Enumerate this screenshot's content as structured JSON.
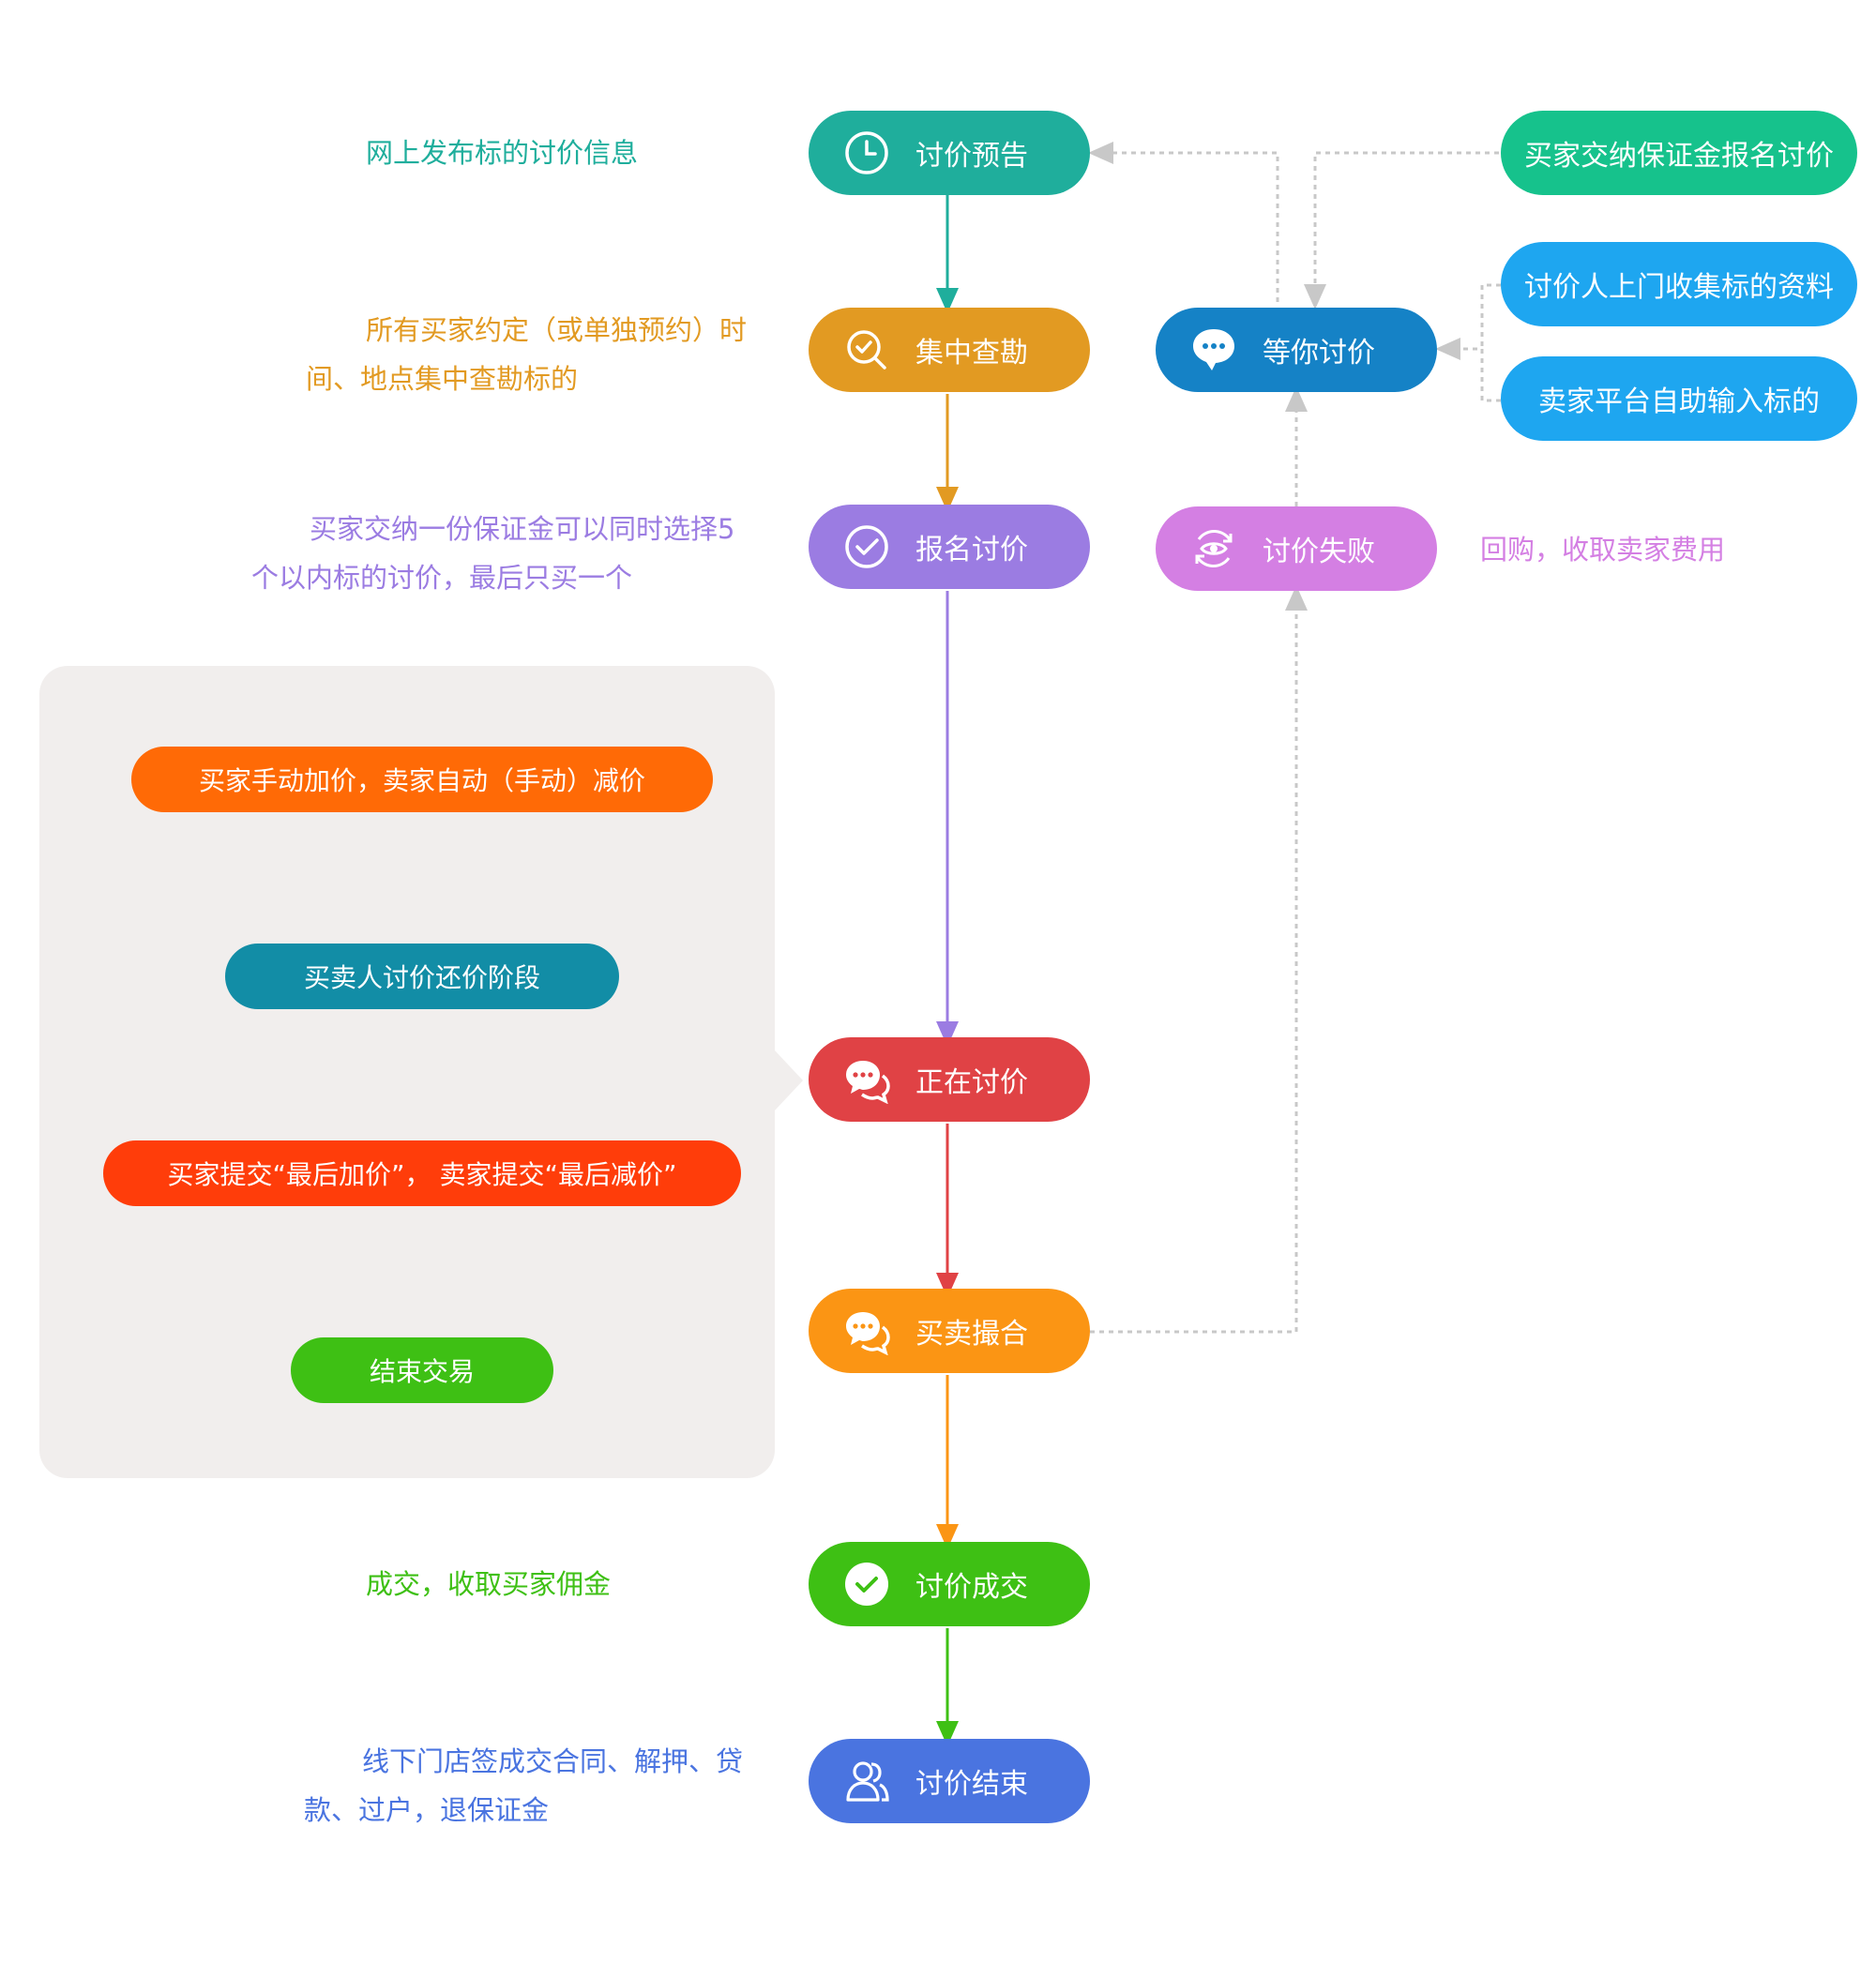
{
  "flow": {
    "announce": "讨价预告",
    "inspect": "集中查勘",
    "register": "报名讨价",
    "bargaining": "正在讨价",
    "matching": "买卖撮合",
    "deal": "讨价成交",
    "end": "讨价结束"
  },
  "side_flow": {
    "waiting": "等你讨价",
    "failed": "讨价失败",
    "buyer_deposit": "买家交纳保证金报名讨价",
    "door_collect": "讨价人上门收集标的资料",
    "seller_input": "卖家平台自助输入标的"
  },
  "notes": {
    "announce": "网上发布标的讨价信息",
    "inspect_line1": "所有买家约定（或单独预约）时",
    "inspect_line2": "间、地点集中查勘标的",
    "register_line1": "买家交纳一份保证金可以同时选择5",
    "register_line2": "个以内标的讨价，最后只买一个",
    "failed": "回购，收取卖家费用",
    "deal": "成交，收取买家佣金",
    "end_line1": "线下门店签成交合同、解押、贷",
    "end_line2": "款、过户，退保证金"
  },
  "sub_flow": {
    "step1": "买家手动加价，卖家自动（手动）减价",
    "step2": "买卖人讨价还价阶段",
    "step3": "买家提交“最后加价”， 卖家提交“最后减价”",
    "step4": "结束交易"
  },
  "colors": {
    "announce": "#1fae9c",
    "inspect": "#e29a22",
    "register": "#9b7ce2",
    "bargaining": "#e04245",
    "matching": "#fb9514",
    "deal": "#3ec014",
    "end": "#4a74e0",
    "waiting": "#1582c6",
    "failed": "#d47fe3",
    "buyer_deposit": "#16c28c",
    "door_collect": "#1ea6f0",
    "seller_input": "#1ea6f0",
    "sub1": "#ff6a06",
    "sub2": "#128da6",
    "sub3": "#ff3d0a",
    "sub4": "#3ec014"
  },
  "icons": {
    "announce": "clock-icon",
    "inspect": "search-check-icon",
    "register": "check-circle-icon",
    "bargaining": "chat-bubbles-icon",
    "matching": "chat-bubbles-icon",
    "deal": "check-badge-icon",
    "end": "users-icon",
    "waiting": "speech-bubble-icon",
    "failed": "eye-refresh-icon"
  }
}
